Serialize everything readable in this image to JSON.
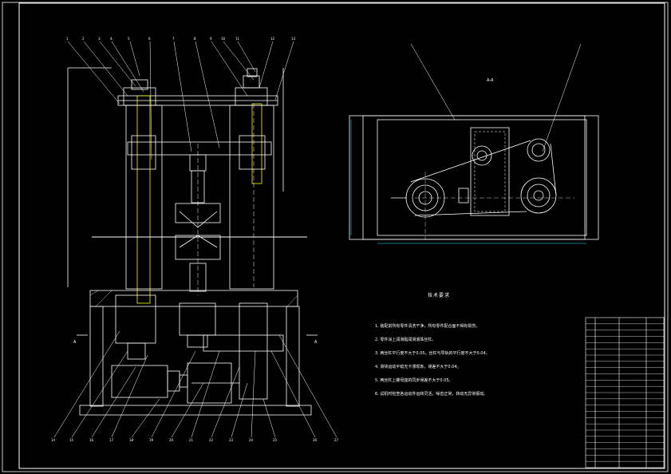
{
  "drawing": {
    "section_label": "A-A",
    "section_arrow_left": "A",
    "section_arrow_right": "A",
    "colors": {
      "background": "#000000",
      "lines": "#ffffff",
      "accent": "#ffff00",
      "dim": "#00ffff"
    }
  },
  "technical_requirements": {
    "title": "技术要求",
    "items": [
      "1. 装配前所有零件清洗干净，所有零件配合面不得有损伤。",
      "2. 零件涂上润滑脂润滑滚珠丝杠。",
      "3. 两丝杠平行度不大于0.05，丝杠与导轨的平行度不大于0.04。",
      "4. 滑块运动平稳无卡滞现象，误差不大于0.04。",
      "5. 两丝杠上螺母座的同步误差不大于0.05。",
      "6. 试机时检查各运动件运转灵活，噪音正常，转动无异常振动。"
    ]
  },
  "title_block": {
    "rows": 24
  }
}
